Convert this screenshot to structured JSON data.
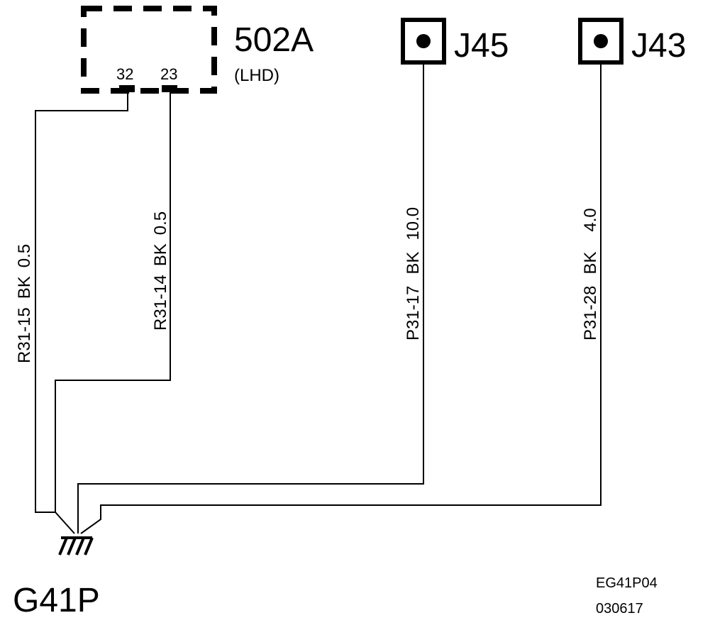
{
  "component": {
    "id": "502A",
    "note": "(LHD)",
    "pins": [
      "32",
      "23"
    ]
  },
  "connectors": [
    {
      "id": "J45"
    },
    {
      "id": "J43"
    }
  ],
  "wires": [
    {
      "circuit": "R31-15",
      "color": "BK",
      "size": "0.5"
    },
    {
      "circuit": "R31-14",
      "color": "BK",
      "size": "0.5"
    },
    {
      "circuit": "P31-17",
      "color": "BK",
      "size": "10.0"
    },
    {
      "circuit": "P31-28",
      "color": "BK",
      "size": "4.0"
    }
  ],
  "ground": {
    "id": "G41P"
  },
  "drawing_ref": {
    "code": "EG41P04",
    "date": "030617"
  }
}
